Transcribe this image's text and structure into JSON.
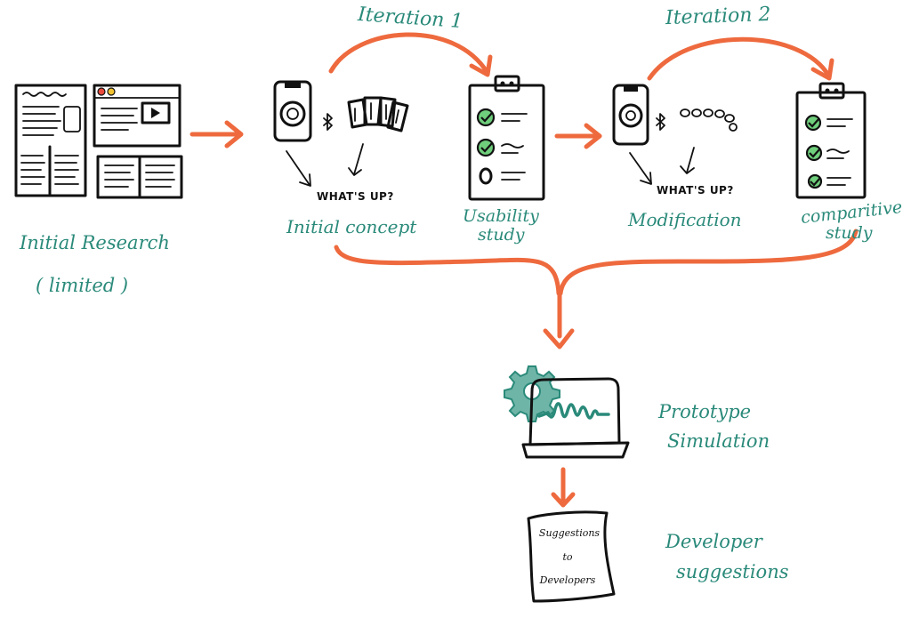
{
  "iterations": {
    "first": "Iteration 1",
    "second": "Iteration 2"
  },
  "stages": {
    "initial_research": {
      "line1": "Initial Research",
      "line2": "( limited )"
    },
    "initial_concept": {
      "label": "Initial concept",
      "prompt": "WHAT'S UP?"
    },
    "usability_study": {
      "line1": "Usability",
      "line2": "study"
    },
    "modification": {
      "label": "Modification",
      "prompt": "WHAT'S UP?"
    },
    "comparative_study": {
      "line1": "comparitive",
      "line2": "study"
    },
    "prototype_simulation": {
      "line1": "Prototype",
      "line2": "Simulation"
    },
    "developer_suggestions": {
      "line1": "Developer",
      "line2": "suggestions",
      "scroll_text": [
        "Suggestions",
        "to",
        "Developers"
      ]
    }
  },
  "colors": {
    "arrow": "#ee6a3e",
    "label": "#2a8a7a",
    "check": "#6fcf7c",
    "ink": "#111111"
  }
}
